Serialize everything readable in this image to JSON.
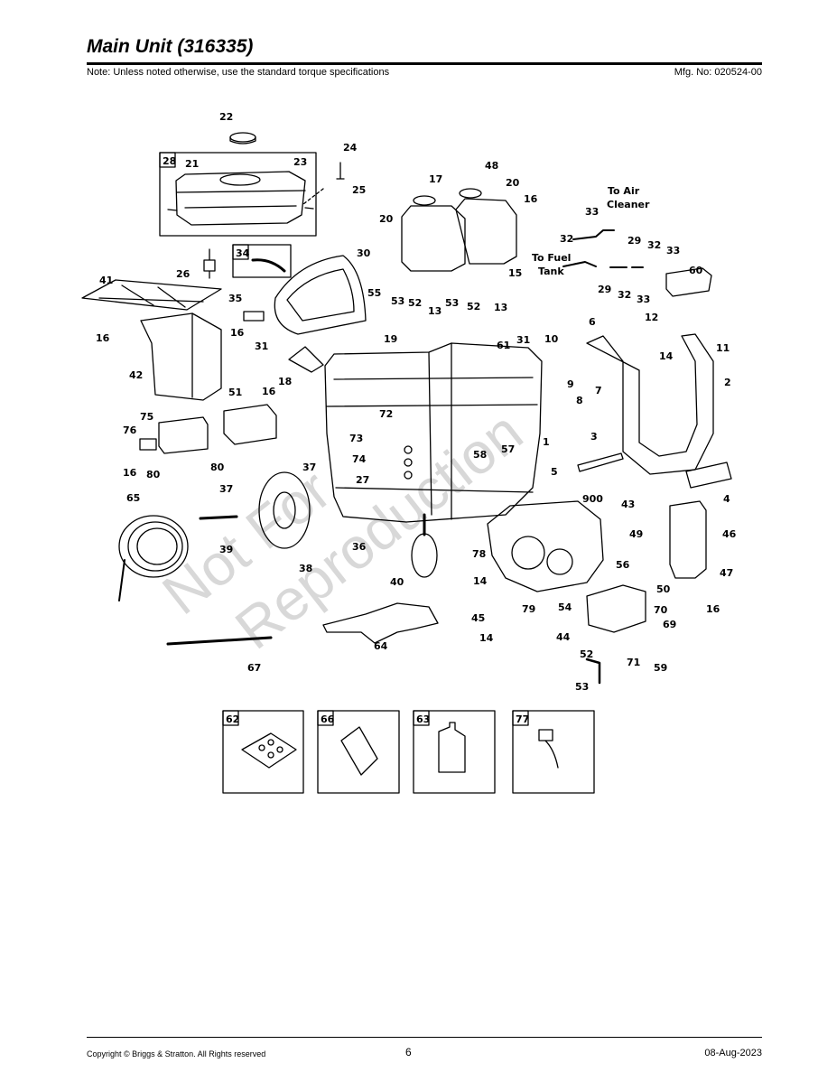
{
  "page": {
    "title": "Main Unit (316335)",
    "note": "Note: Unless noted otherwise, use the standard torque specifications",
    "mfg_number": "Mfg. No: 020524-00"
  },
  "footer": {
    "copyright": "Copyright ©  Briggs & Stratton. All Rights reserved",
    "page_number": "6",
    "date": "08-Aug-2023"
  },
  "watermark": {
    "line1": "Not For",
    "line2": "Reproduction"
  },
  "callouts": {
    "to_air": "To Air",
    "cleaner": "Cleaner",
    "to_fuel": "To Fuel",
    "tank": "Tank"
  },
  "kits": [
    {
      "label": "62"
    },
    {
      "label": "66"
    },
    {
      "label": "63"
    },
    {
      "label": "77"
    }
  ],
  "inset_labels": {
    "a": "28",
    "b": "34"
  },
  "part_labels": [
    "22",
    "24",
    "25",
    "21",
    "23",
    "17",
    "48",
    "20",
    "16",
    "20",
    "15",
    "53",
    "52",
    "13",
    "53",
    "52",
    "13",
    "55",
    "33",
    "32",
    "29",
    "32",
    "33",
    "60",
    "29",
    "32",
    "33",
    "26",
    "30",
    "41",
    "35",
    "16",
    "16",
    "31",
    "42",
    "6",
    "12",
    "11",
    "10",
    "14",
    "9",
    "7",
    "8",
    "2",
    "19",
    "61",
    "31",
    "18",
    "51",
    "16",
    "75",
    "76",
    "16",
    "80",
    "80",
    "72",
    "73",
    "74",
    "1",
    "58",
    "57",
    "3",
    "5",
    "4",
    "27",
    "37",
    "37",
    "65",
    "39",
    "38",
    "36",
    "40",
    "900",
    "43",
    "49",
    "46",
    "78",
    "14",
    "56",
    "47",
    "45",
    "79",
    "50",
    "16",
    "14",
    "54",
    "70",
    "69",
    "44",
    "52",
    "71",
    "59",
    "53",
    "64",
    "67"
  ]
}
